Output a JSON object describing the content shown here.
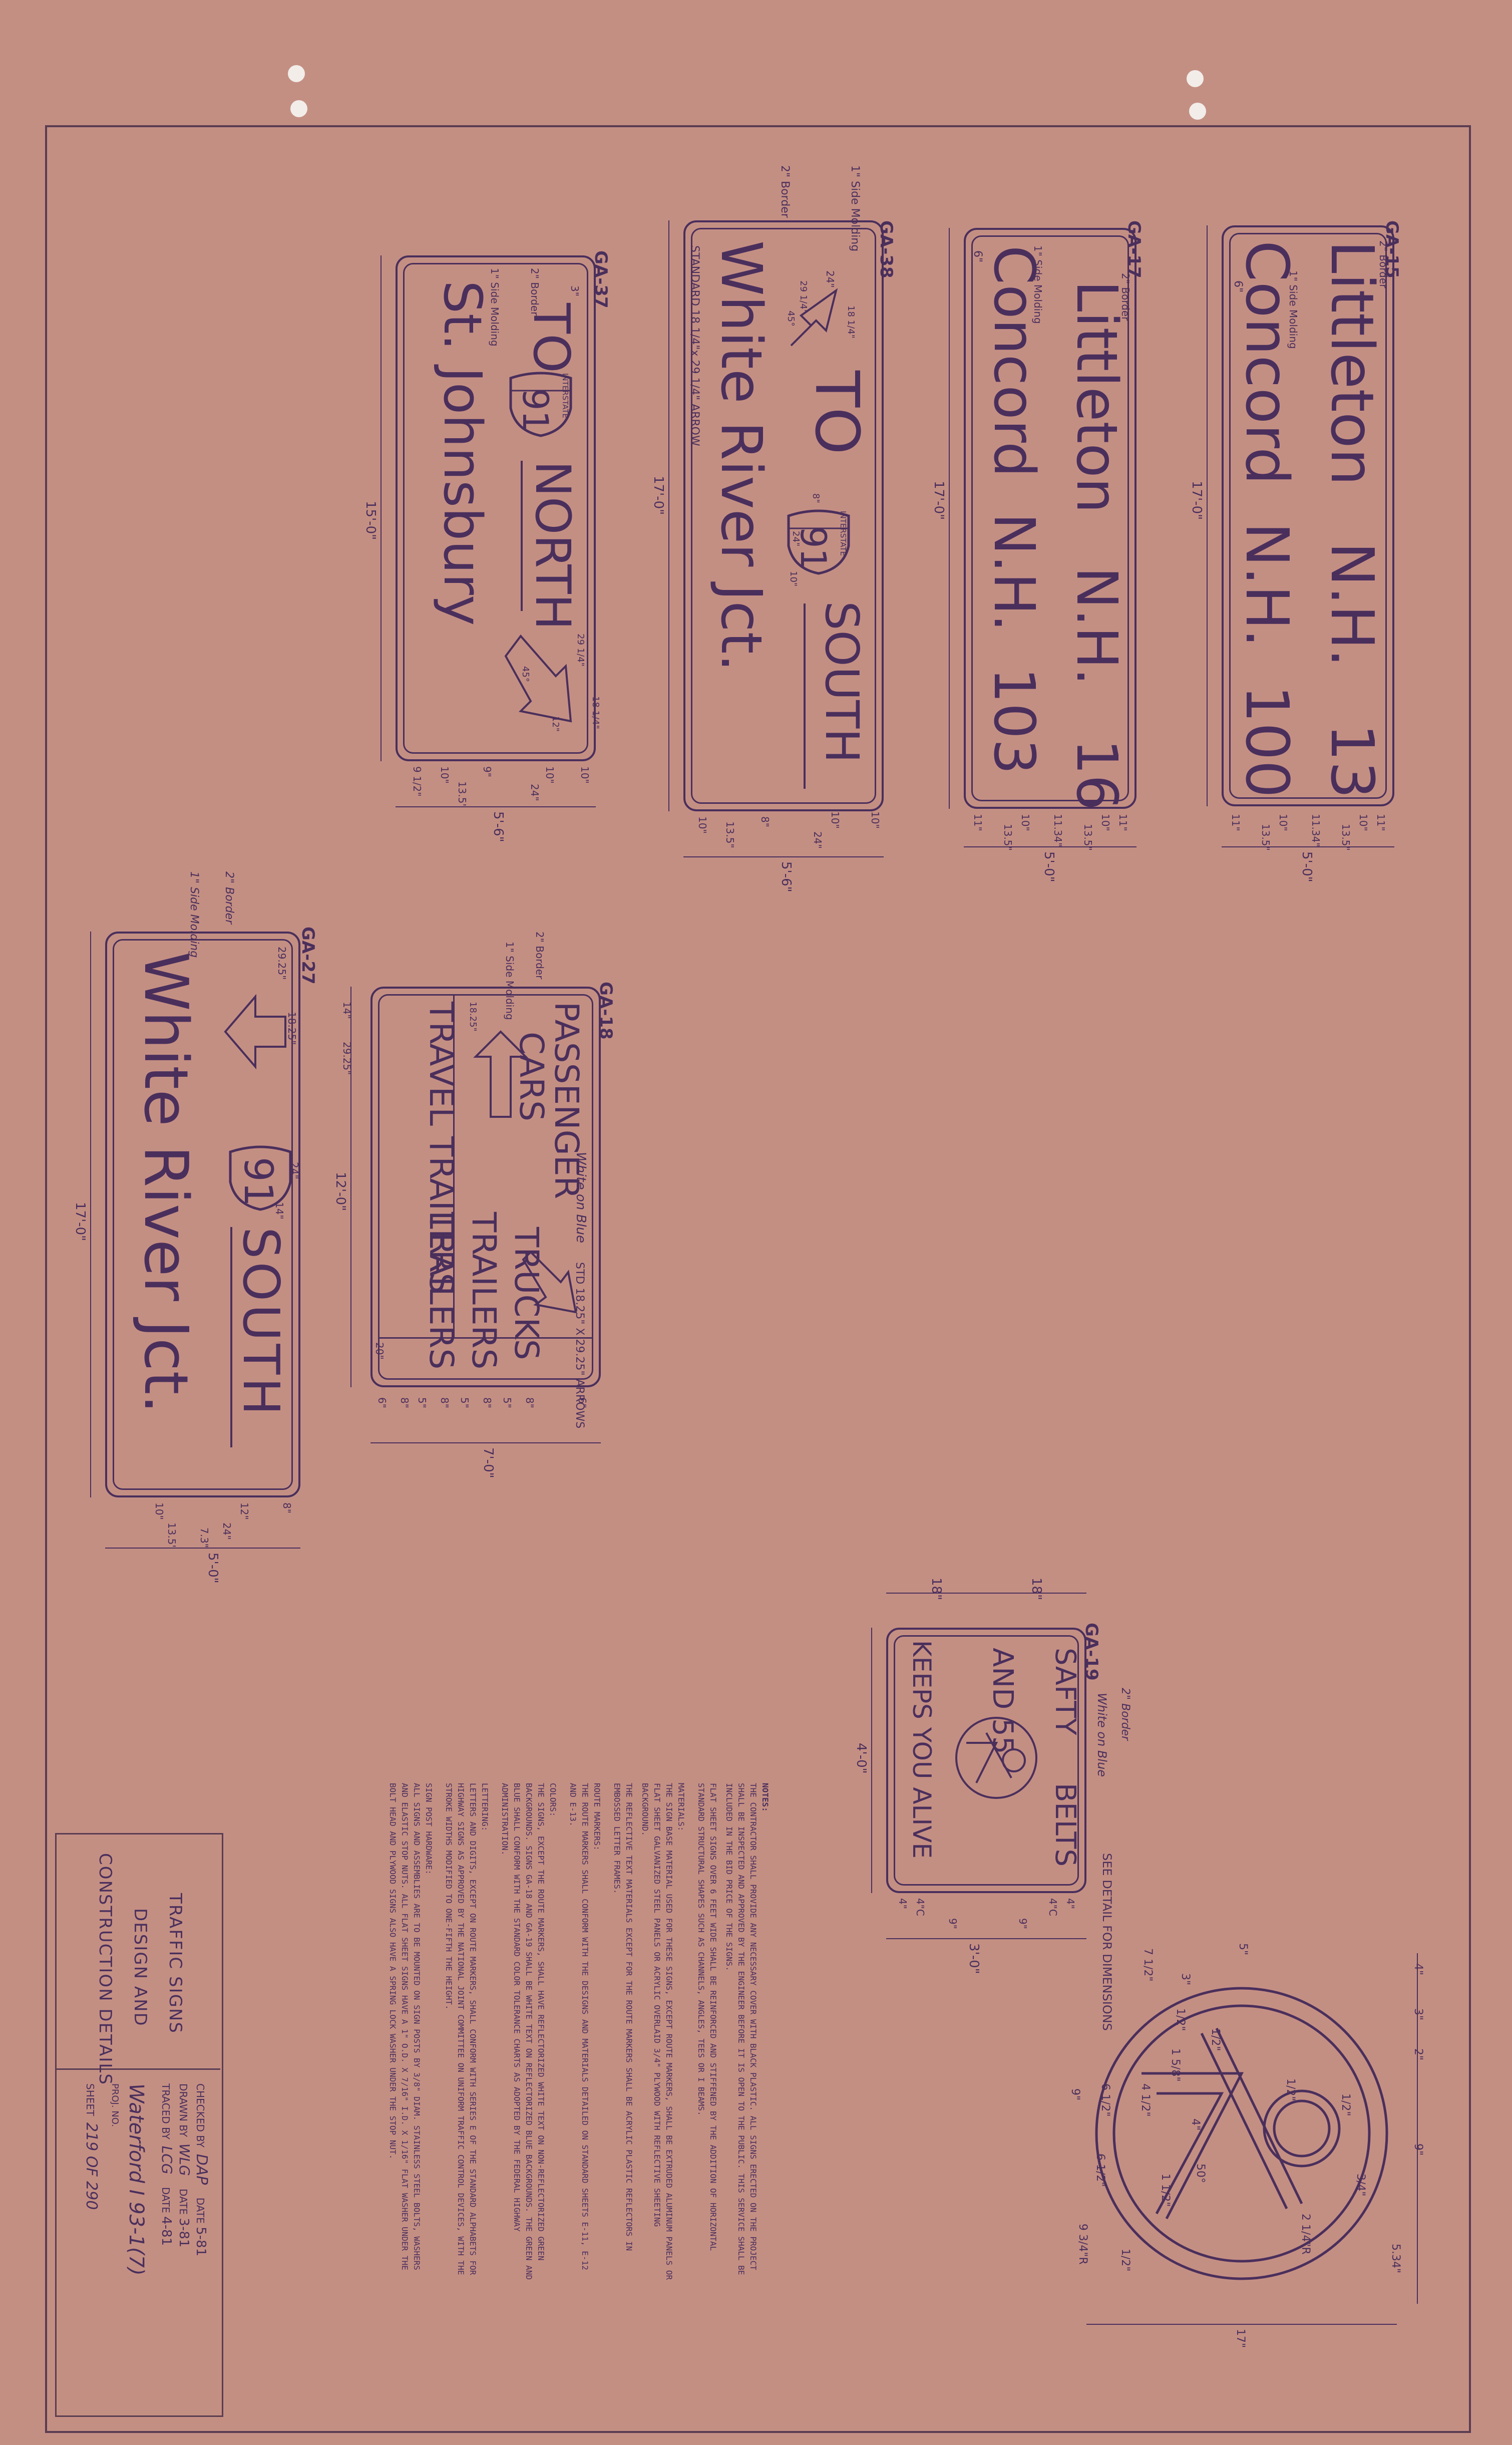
{
  "signs": {
    "ga15": {
      "id": "GA-15",
      "border_label": "2\" Border",
      "molding_label": "1\" Side Molding",
      "line1": "Littleton",
      "line1_state": "N.H.",
      "line1_num": "13",
      "line2": "Concord",
      "line2_state": "N.H.",
      "line2_num": "100",
      "width_dim": "17'-0\"",
      "height_dim": "5'-0\"",
      "corner_dim": "6\"",
      "stack_dims": [
        "11\"",
        "10\"",
        "13.5\"",
        "11.34\"",
        "10\"",
        "13.5\"",
        "11\""
      ]
    },
    "ga17": {
      "id": "GA-17",
      "border_label": "2\" Border",
      "molding_label": "1\" Side Molding",
      "line1": "Littleton",
      "line1_state": "N.H.",
      "line1_num": "16",
      "line2": "Concord",
      "line2_state": "N.H.",
      "line2_num": "103",
      "width_dim": "17'-0\"",
      "height_dim": "5'-0\"",
      "corner_dim": "6\"",
      "stack_dims": [
        "11\"",
        "10\"",
        "13.5\"",
        "11.34\"",
        "10\"",
        "13.5\"",
        "11\""
      ]
    },
    "ga38": {
      "id": "GA-38",
      "border_label": "2\" Border",
      "molding_label": "1\" Side Molding",
      "to": "TO",
      "shield_label": "INTERSTATE",
      "shield_num": "91",
      "direction": "SOUTH",
      "line2": "White River Jct.",
      "arrow_note": "STANDARD 18 1/4\"x 29 1/4\" ARROW",
      "width_dim": "17'-0\"",
      "height_dim": "5'-6\"",
      "arrow_dims": [
        "24\"",
        "18 1/4\"",
        "29 1/4\"",
        "45°"
      ],
      "shield_dims": [
        "8\"",
        "24\"",
        "10\""
      ],
      "stack_dims": [
        "10\"",
        "13.5\"",
        "8\"",
        "10\"",
        "24\"",
        "10\""
      ]
    },
    "ga37": {
      "id": "GA-37",
      "border_label": "2\" Border",
      "molding_label": "1\" Side Molding",
      "to": "TO",
      "shield_label": "INTERSTATE",
      "shield_num": "91",
      "direction": "NORTH",
      "line2": "St. Johnsbury",
      "width_dim": "15'-0\"",
      "height_dim": "5'-6\"",
      "corner_dim": "3\"",
      "arrow_dims": [
        "29 1/4\"",
        "18 1/4\"",
        "12\"",
        "45°"
      ],
      "stack_dims": [
        "9 1/2\"",
        "10\"",
        "13.5\"",
        "9\"",
        "10\"",
        "24\"",
        "10\""
      ]
    },
    "ga18": {
      "id": "GA-18",
      "color_note": "White on Blue",
      "border_label": "2\" Border",
      "molding_label": "1\" Side Molding",
      "left1": "PASSENGER",
      "left2": "CARS",
      "right1": "TRUCKS",
      "right2": "TRAILERS",
      "bottom_left": "TRAVEL TRAILERS",
      "arrow_note": "STD 18.25\" X 29.25\" ARROWS",
      "width_dim": "12'-0\"",
      "height_dim": "7'-0\"",
      "side_dims": [
        "14\"",
        "29.25\"",
        "18.25\"",
        "20\""
      ],
      "stack_dims": [
        "6\"",
        "8\"",
        "5\"",
        "8\"",
        "5\"",
        "8\"",
        "5\"",
        "8\"",
        "6\""
      ]
    },
    "ga27": {
      "id": "GA-27",
      "border_label": "2\" Border",
      "molding_label": "1\" Side Molding",
      "shield_num": "91",
      "direction": "SOUTH",
      "line2": "White River Jct.",
      "width_dim": "17'-0\"",
      "height_dim": "5'-0\"",
      "arrow_dims": [
        "18.25\"",
        "29.25\"",
        "24\"",
        "14\""
      ],
      "stack_dims": [
        "10\"",
        "13.5\"",
        "7.3\"",
        "12\"",
        "24\"",
        "8\""
      ]
    },
    "ga19": {
      "id": "GA-19",
      "color_note": "White on Blue",
      "border_label": "2\" Border",
      "line1_left": "SAFTY",
      "line1_right": "BELTS",
      "line2": "AND 55",
      "line3": "KEEPS YOU ALIVE",
      "detail_note": "SEE DETAIL FOR DIMENSIONS",
      "width_dim": "4'-0\"",
      "height_dim": "3'-0\"",
      "top_dims": [
        "18\"",
        "18\""
      ],
      "stack_dims": [
        "4\"",
        "4\"C",
        "9\"",
        "9\"",
        "4\"C",
        "4\""
      ]
    }
  },
  "detail": {
    "dims_right": [
      "4\"",
      "3\"",
      "2\"",
      "9\"",
      "5.34\"",
      "17\""
    ],
    "dims_left": [
      "7 1/2\"",
      "5\"",
      "3\"",
      "1/2\"",
      "9\"",
      "6 1/2\"",
      "4 1/2\"",
      "1 5/8\"",
      "1/2\""
    ],
    "dims_inner": [
      "1/2\"",
      "3/4\"",
      "1/2\"",
      "1/2\"",
      "50°",
      "4\"",
      "1 1/2\"",
      "6 1/2\"",
      "2 1/4\"R",
      "9 3/4\"R"
    ]
  },
  "notes": {
    "heading": "NOTES:",
    "paragraphs": [
      "THE CONTRACTOR SHALL PROVIDE ANY NECESSARY COVER WITH BLACK PLASTIC. ALL SIGNS ERECTED ON THE PROJECT SHALL BE INSPECTED AND APPROVED BY THE ENGINEER BEFORE IT IS OPEN TO THE PUBLIC. THIS SERVICE SHALL BE INCLUDED IN THE BID PRICE OF THE SIGNS.",
      "FLAT SHEET SIGNS OVER 6 FEET WIDE SHALL BE REINFORCED AND STIFFENED BY THE ADDITION OF HORIZONTAL STANDARD STRUCTURAL SHAPES SUCH AS CHANNELS, ANGLES, TEES OR I BEAMS."
    ],
    "materials_heading": "MATERIALS:",
    "materials": [
      "THE SIGN BASE MATERIAL USED FOR THESE SIGNS, EXCEPT ROUTE MARKERS, SHALL BE EXTRUDED ALUMINUM PANELS OR FLAT SHEET GALVANIZED STEEL PANELS OR ACRYLIC OVERLAID 3/4\" PLYWOOD WITH REFLECTIVE SHEETING BACKGROUND.",
      "THE REFLECTIVE TEXT MATERIALS EXCEPT FOR THE ROUTE MARKERS SHALL BE ACRYLIC PLASTIC REFLECTORS IN EMBOSSED LETTER FRAMES."
    ],
    "route_heading": "ROUTE MARKERS:",
    "route": [
      "THE ROUTE MARKERS SHALL CONFORM WITH THE DESIGNS AND MATERIALS DETAILED ON STANDARD SHEETS E-11, E-12 AND E-13."
    ],
    "colors_heading": "COLORS:",
    "colors": [
      "THE SIGNS, EXCEPT THE ROUTE MARKERS, SHALL HAVE REFLECTORIZED WHITE TEXT ON NON-REFLECTORIZED GREEN BACKGROUNDS. SIGNS GA-18 AND GA-19 SHALL BE WHITE TEXT ON REFLECTORIZED BLUE BACKGROUNDS. THE GREEN AND BLUE SHALL CONFORM WITH THE STANDARD COLOR TOLERANCE CHARTS AS ADOPTED BY THE FEDERAL HIGHWAY ADMINISTRATION."
    ],
    "lettering_heading": "LETTERING:",
    "lettering": [
      "LETTERS AND DIGITS, EXCEPT ON ROUTE MARKERS, SHALL CONFORM WITH SERIES E OF THE STANDARD ALPHABETS FOR HIGHWAY SIGNS AS APPROVED BY THE NATIONAL JOINT COMMITTEE ON UNIFORM TRAFFIC CONTROL DEVICES, WITH THE STROKE WIDTHS MODIFIED TO ONE-FIFTH THE HEIGHT."
    ],
    "post_heading": "SIGN POST HARDWARE:",
    "post": [
      "ALL SIGNS AND ASSEMBLIES ARE TO BE MOUNTED ON SIGN POSTS BY 3/8\" DIAM. STAINLESS STEEL BOLTS, WASHERS AND ELASTIC STOP NUTS. ALL FLAT SHEET SIGNS HAVE A 1\" O.D. X 7/16\" I.D. X 1/16\" FLAT WASHER UNDER THE BOLT HEAD AND PLYWOOD SIGNS ALSO HAVE A SPRING LOCK WASHER UNDER THE STOP NUT."
    ]
  },
  "title_block": {
    "title1": "TRAFFIC SIGNS",
    "title2": "DESIGN AND",
    "title3": "CONSTRUCTION DETAILS",
    "checked_label": "CHECKED BY",
    "checked_by": "DAP",
    "checked_date": "5-81",
    "drawn_label": "DRAWN BY",
    "drawn_by": "WLG",
    "drawn_date": "3-81",
    "traced_label": "TRACED BY",
    "traced_by": "LCG",
    "traced_date": "4-81",
    "date_label": "DATE",
    "project": "Waterford I 93-1(7)",
    "proj_label": "PROJ. NO.",
    "sheet_label": "SHEET",
    "sheet": "219 OF 290"
  },
  "colors": {
    "paper": "#c48f83",
    "ink": "#4a2f5c",
    "margin": "#d98f60"
  }
}
